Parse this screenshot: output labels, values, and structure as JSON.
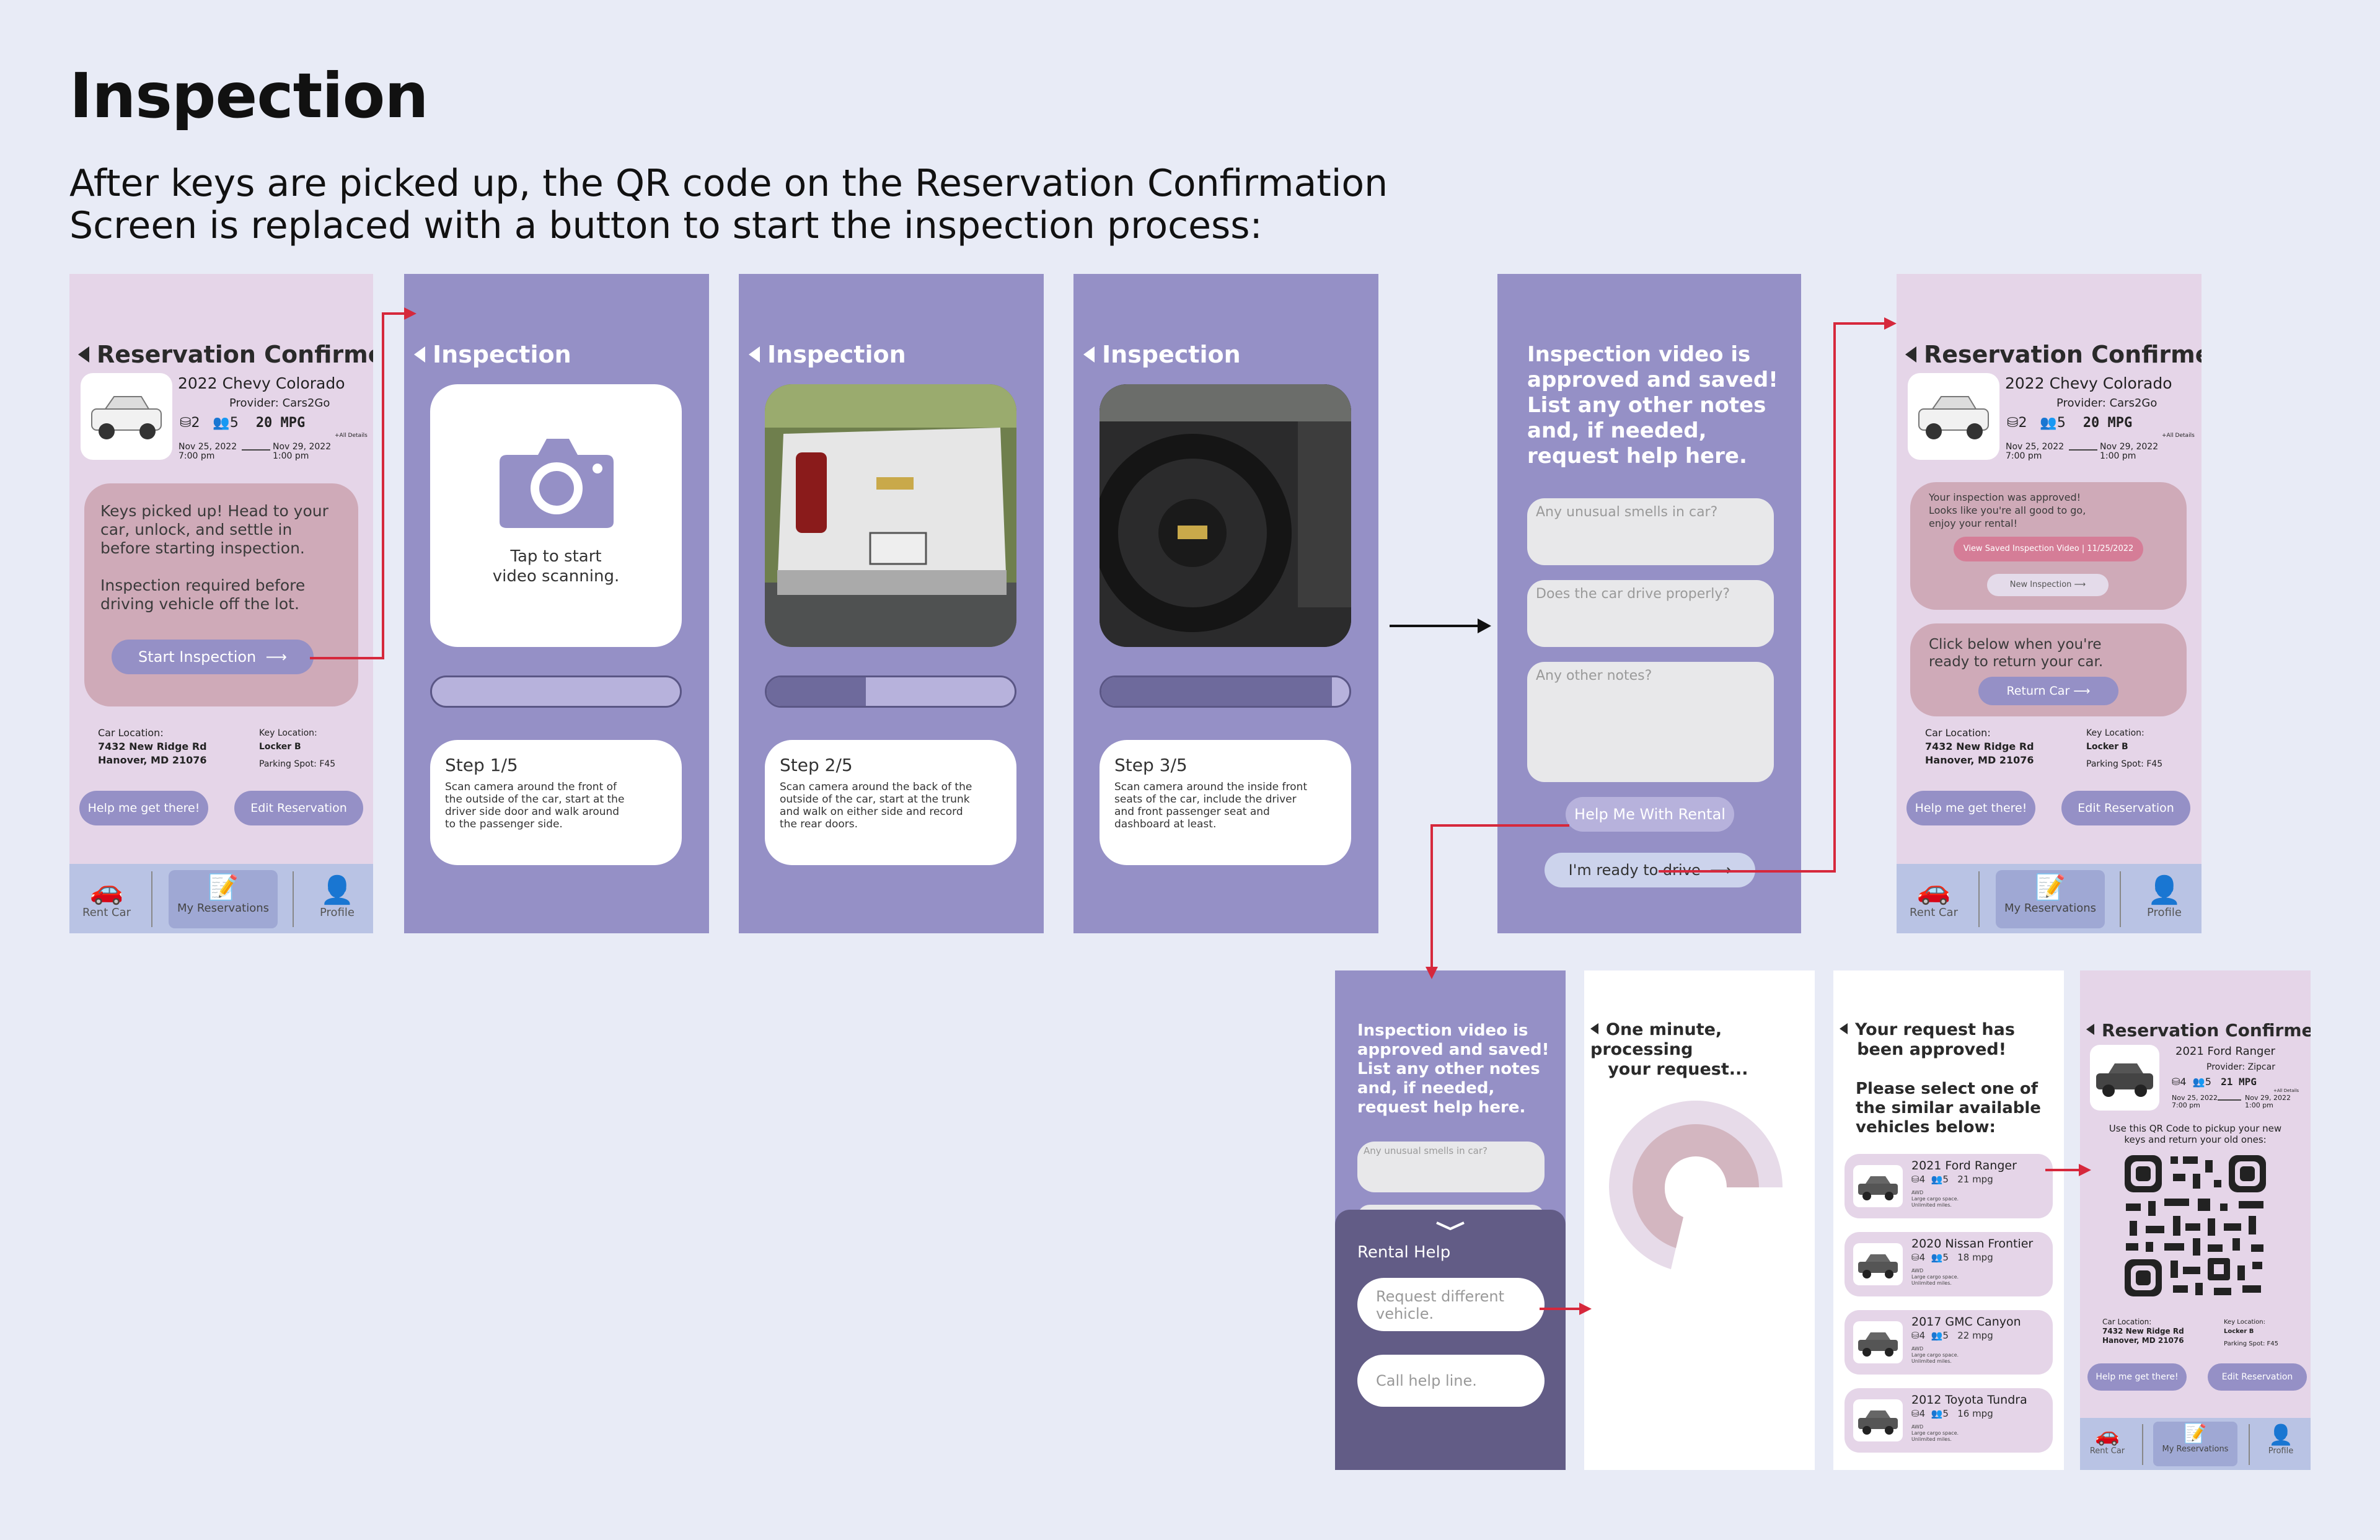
{
  "title": "Inspection",
  "subtitle_line1": "After keys are picked up, the QR code on the Reservation Confirmation",
  "subtitle_line2": "Screen is replaced with a button to start the inspection process:",
  "colors": {
    "background": "#e8ebf6",
    "pink": "#e5d5e8",
    "purple": "#9590c6",
    "card": "#cfaab8",
    "arrow": "#d6283c",
    "nav": "#b9c3e4"
  },
  "confirm1": {
    "header": "Reservation Confirmed!",
    "car_name": "2022 Chevy Colorado",
    "provider": "Provider: Cars2Go",
    "seats": "2",
    "people": "5",
    "mpg": "20  MPG",
    "all_details": "+All Details",
    "from_date": "Nov 25, 2022",
    "from_time": "7:00 pm",
    "to_date": "Nov 29, 2022",
    "to_time": "1:00 pm",
    "card_text1": "Keys picked up! Head to your",
    "card_text2": "car, unlock, and settle in",
    "card_text3": "before starting inspection.",
    "card_text4": "Inspection required before",
    "card_text5": "driving vehicle off the lot.",
    "start_btn": "Start Inspection",
    "car_loc_label": "Car Location:",
    "car_loc1": "7432 New Ridge Rd",
    "car_loc2": "Hanover, MD 21076",
    "key_loc_label": "Key Location:",
    "key_loc": "Locker B",
    "parking": "Parking Spot: F45",
    "help_btn": "Help me get there!",
    "edit_btn": "Edit Reservation",
    "nav_rent": "Rent Car",
    "nav_res": "My Reservations",
    "nav_profile": "Profile"
  },
  "insp1": {
    "header": "Inspection",
    "tap1": "Tap to start",
    "tap2": "video scanning.",
    "step": "Step 1/5",
    "d1": "Scan camera around the front of",
    "d2": "the outside of the car, start at the",
    "d3": "driver side door and walk around",
    "d4": "to the passenger side.",
    "progress": 0.0
  },
  "insp2": {
    "header": "Inspection",
    "step": "Step 2/5",
    "d1": "Scan camera around the back of the",
    "d2": "outside of the car, start at the trunk",
    "d3": "and walk on either side and record",
    "d4": "the rear doors.",
    "progress": 0.4
  },
  "insp3": {
    "header": "Inspection",
    "step": "Step 3/5",
    "d1": "Scan camera around the inside front",
    "d2": "seats of the car, include the driver",
    "d3": "and front passenger seat and",
    "d4": "dashboard at least.",
    "progress": 0.93
  },
  "notes": {
    "l1": "Inspection video is",
    "l2": "approved and saved!",
    "l3": "List any other notes",
    "l4": "and, if needed,",
    "l5": "request help here.",
    "f1": "Any unusual smells in car?",
    "f2": "Does the car drive properly?",
    "f3": "Any other notes?",
    "help_btn": "Help Me With Rental",
    "ready_btn": "I'm ready to drive"
  },
  "confirm2": {
    "header": "Reservation Confirmed!",
    "approved1": "Your inspection was approved!",
    "approved2": "Looks like you're all good to go,",
    "approved3": "enjoy your rental!",
    "video_btn": "View Saved Inspection Video | 11/25/2022",
    "new_insp": "New Inspection",
    "return1": "Click below when you're",
    "return2": "ready to return your car.",
    "return_btn": "Return Car"
  },
  "rentalhelp": {
    "l1": "Inspection video is",
    "l2": "approved and saved!",
    "l3": "List any other notes",
    "l4": "and, if needed,",
    "l5": "request help here.",
    "f1": "Any unusual smells in car?",
    "panel_title": "Rental Help",
    "opt1a": "Request different",
    "opt1b": "vehicle.",
    "opt2": "Call help line."
  },
  "processing": {
    "l1": "One minute, processing",
    "l2": "your request..."
  },
  "approved": {
    "l1": "Your request has",
    "l2": "been approved!",
    "p1": "Please select one of",
    "p2": "the similar available",
    "p3": "vehicles below:",
    "vehicles": [
      {
        "name": "2021 Ford Ranger",
        "seats": "4",
        "people": "5",
        "mpg": "21 mpg",
        "f1": "AWD",
        "f2": "Large cargo space.",
        "f3": "Unlimited miles."
      },
      {
        "name": "2020 Nissan Frontier",
        "seats": "4",
        "people": "5",
        "mpg": "18 mpg",
        "f1": "AWD",
        "f2": "Large cargo space.",
        "f3": "Unlimited miles."
      },
      {
        "name": "2017 GMC Canyon",
        "seats": "4",
        "people": "5",
        "mpg": "22 mpg",
        "f1": "AWD",
        "f2": "Large cargo space.",
        "f3": "Unlimited miles."
      },
      {
        "name": "2012 Toyota Tundra",
        "seats": "4",
        "people": "5",
        "mpg": "16 mpg",
        "f1": "AWD",
        "f2": "Large cargo space.",
        "f3": "Unlimited miles."
      }
    ]
  },
  "confirm3": {
    "header": "Reservation Confirmed!",
    "car_name": "2021 Ford Ranger",
    "provider": "Provider: Zipcar",
    "seats": "4",
    "people": "5",
    "mpg": "21  MPG",
    "all_details": "+All Details",
    "from_date": "Nov 25, 2022",
    "from_time": "7:00 pm",
    "to_date": "Nov 29, 2022",
    "to_time": "1:00 pm",
    "qr1": "Use this QR Code to pickup your new",
    "qr2": "keys and return your old ones:",
    "car_loc_label": "Car Location:",
    "car_loc1": "7432 New Ridge Rd",
    "car_loc2": "Hanover, MD 21076",
    "key_loc_label": "Key Location:",
    "key_loc": "Locker B",
    "parking": "Parking Spot: F45",
    "help_btn": "Help me get there!",
    "edit_btn": "Edit Reservation",
    "nav_rent": "Rent Car",
    "nav_res": "My Reservations",
    "nav_profile": "Profile"
  }
}
